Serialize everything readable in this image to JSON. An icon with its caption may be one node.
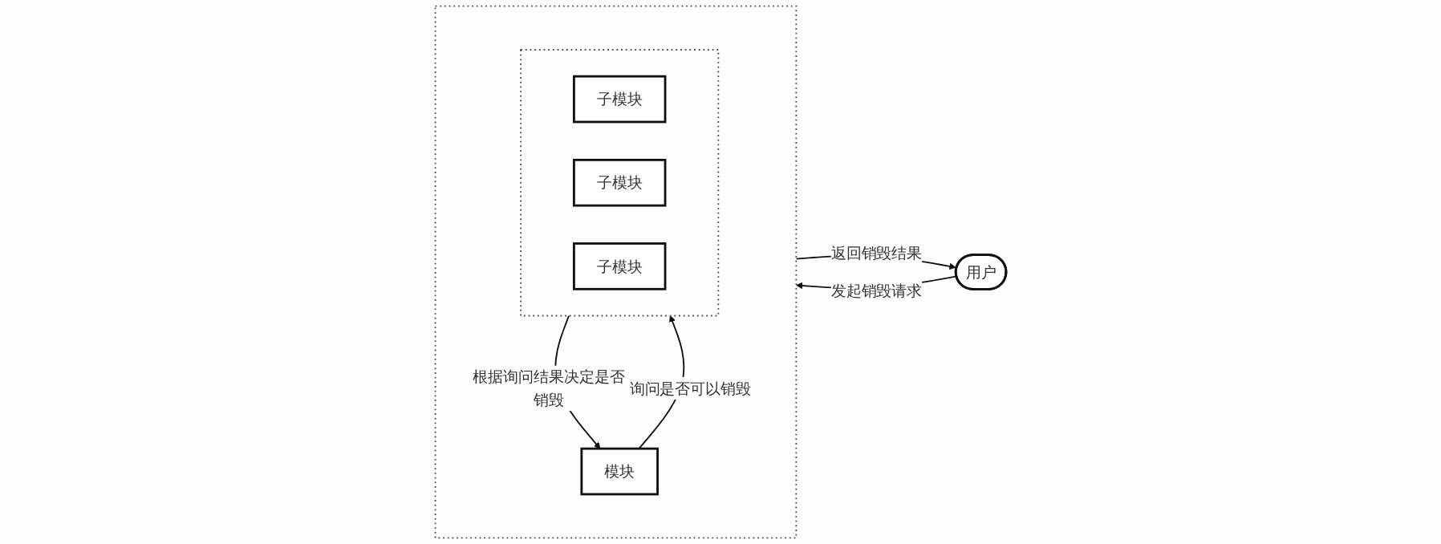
{
  "diagram": {
    "nodes": [
      {
        "text": [
          "用户"
        ]
      },
      {
        "text": [],
        "shape": "box"
      },
      {
        "text": [
          "模块"
        ],
        "in": 1
      },
      {
        "text": [],
        "shape": "box",
        "in": 1
      },
      {
        "text": [
          "子模块"
        ],
        "in": 3
      },
      {
        "text": [
          "子模块"
        ],
        "in": 3
      },
      {
        "text": [
          "子模块"
        ],
        "in": 3
      }
    ],
    "edges": [
      {
        "from": 0,
        "to": 1,
        "label": "发起销毁请求",
        "arrow": "to"
      },
      {
        "from": 1,
        "to": 0,
        "label": "返回销毁结果",
        "arrow": "to"
      },
      {
        "from": 2,
        "to": 3,
        "label": "询问是否可以销毁",
        "arrow": "to"
      },
      {
        "from": 3,
        "to": 2,
        "label": "根据询问结果决定是否销毁",
        "arrow": "to"
      }
    ]
  }
}
